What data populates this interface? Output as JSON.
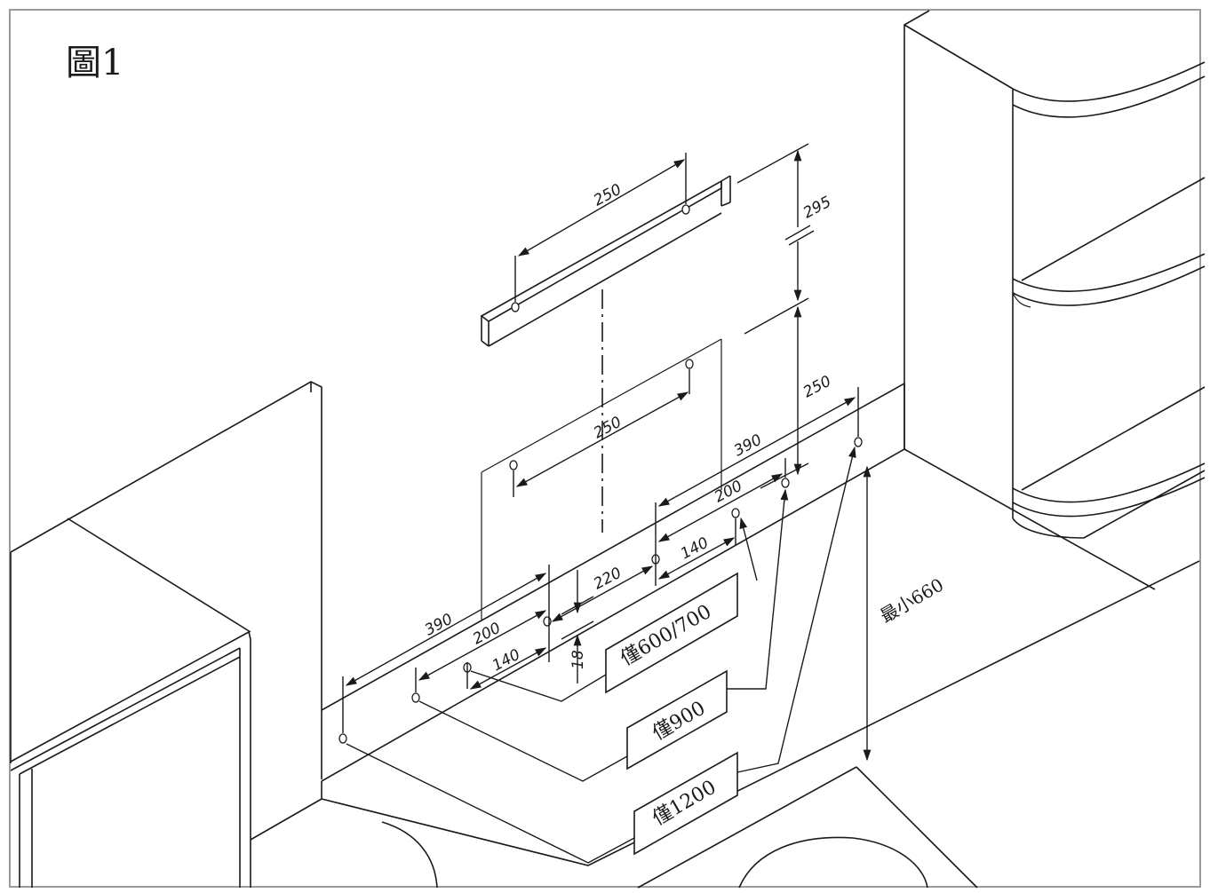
{
  "figure": {
    "title": "圖1"
  },
  "dimensions": {
    "bracket_width": "250",
    "vertical_gap": "295",
    "hole_vertical": "250",
    "hole_spacing": "250",
    "left_390": "390",
    "left_200": "200",
    "left_140": "140",
    "mid_220": "220",
    "mid_18": "18",
    "right_390": "390",
    "right_200": "200",
    "right_140": "140",
    "min_height": "最小660"
  },
  "labels": {
    "only_600_700": "僅600/700",
    "only_900": "僅900",
    "only_1200": "僅1200"
  },
  "colors": {
    "line": "#1a1a1a",
    "frame": "#9a9a9a",
    "background": "#ffffff"
  }
}
